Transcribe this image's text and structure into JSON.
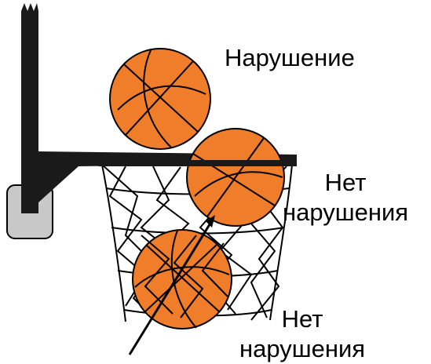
{
  "labels": {
    "violation": "Нарушение",
    "no_violation_rim": {
      "line1": "Нет",
      "line2": "нарушения"
    },
    "no_violation_below": {
      "line1": "Нет",
      "line2": "нарушения"
    }
  },
  "colors": {
    "ball": "#f07d2a",
    "ball_seam": "#000000",
    "backboard": "#1a1a1a",
    "support_block": "#c8c8c8",
    "net": "#000000",
    "background": "#ffffff"
  },
  "icons": {
    "top_ball": "basketball-icon",
    "rim_ball": "basketball-icon",
    "bottom_ball": "basketball-icon",
    "arrow_up": "arrow-up-icon"
  }
}
